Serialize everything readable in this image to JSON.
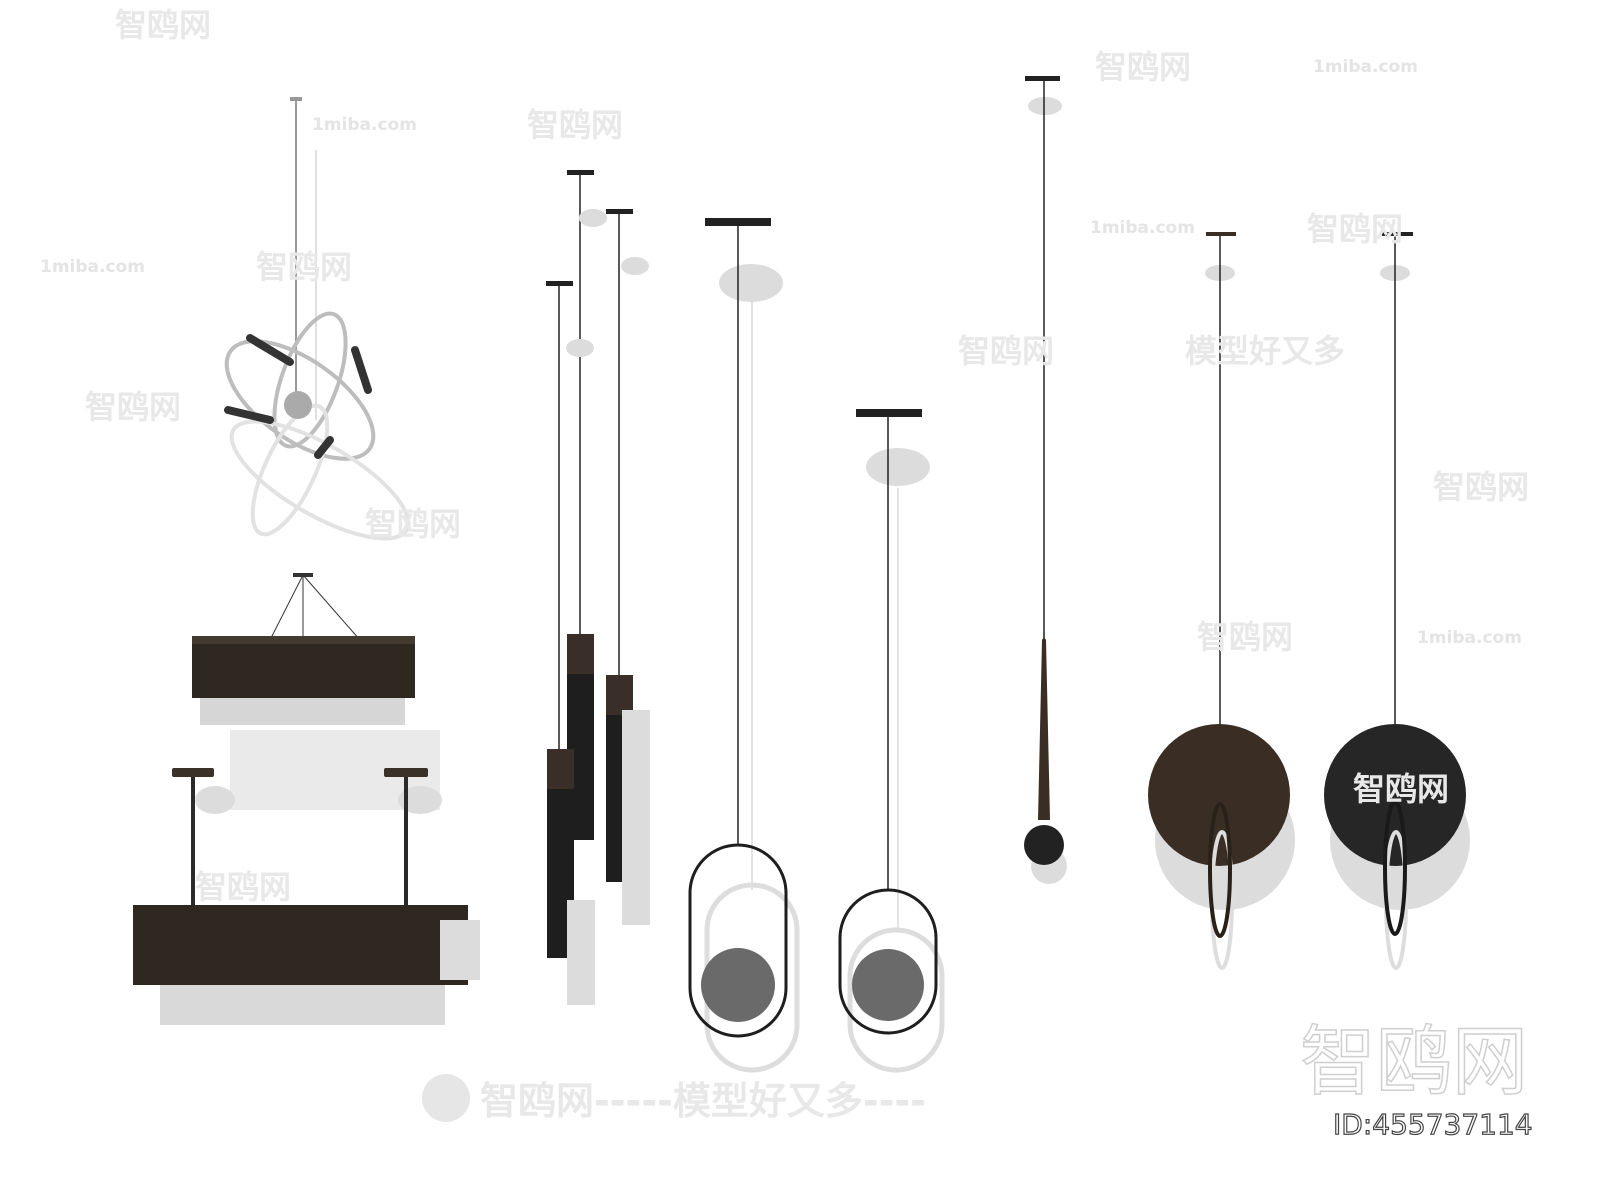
{
  "watermarks": {
    "brand": "智鸥网",
    "site": "1miba.com",
    "slogan": "模型好又多",
    "footer": "智鸥网-----模型好又多----",
    "corner_brand": "智鸥网"
  },
  "image_id": "ID:455737114",
  "colors": {
    "background": "#ffffff",
    "bronze": "#3a2e24",
    "black": "#262626",
    "chrome": "#bdbdbd",
    "shadow": "#dcdcdc"
  }
}
